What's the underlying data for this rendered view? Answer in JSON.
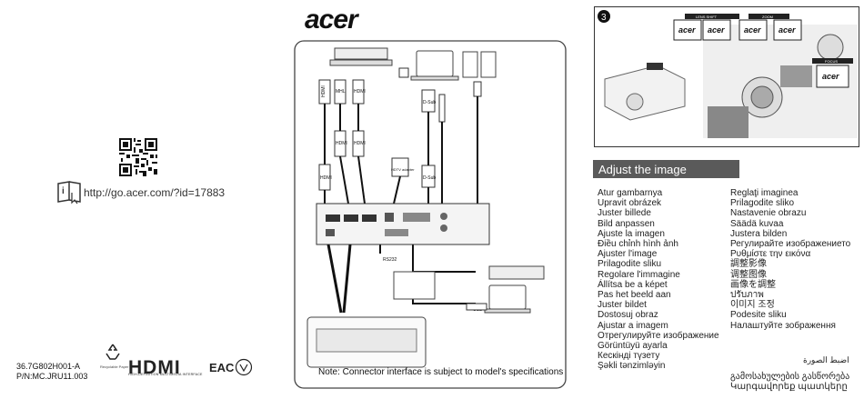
{
  "left": {
    "url": "http://go.acer.com/?id=17883",
    "part_number": "36.7G802H001-A",
    "model_pn": "P/N:MC.JRU11.003",
    "hdmi_logo": "HDMI",
    "hdmi_subtitle": "HIGH-DEFINITION MULTIMEDIA INTERFACE",
    "eac_mark": "EAC",
    "recycle_caption": "Recyclable Paper"
  },
  "brand": "acer",
  "diagram": {
    "labels": {
      "hdmi_1": "HDMI",
      "hdmi_2": "HDMI",
      "hdmi_3": "HDMI",
      "mhl": "MHL",
      "hdmi_4": "HDMI",
      "hdmi_5": "HDMI",
      "dsub_1": "D-Sub",
      "dsub_2": "D-Sub",
      "hdtv": "HDTV adapter",
      "rs232": "RS232",
      "usb": "USB"
    },
    "note": "Note: Connector interface is subject to model's specifications"
  },
  "step": {
    "number": "3",
    "labels": {
      "lens_shift": "LENS SHIFT",
      "zoom": "ZOOM",
      "focus": "FOCUS",
      "acer_1": "acer",
      "acer_2": "acer",
      "acer_3": "acer",
      "acer_4": "acer",
      "acer_5": "acer"
    }
  },
  "adjust": {
    "title": "Adjust the image",
    "col1": [
      "Atur gambarnya",
      "Upravit obrázek",
      "Juster billede",
      "Bild anpassen",
      "Ajuste la imagen",
      "Điều chỉnh hình ảnh",
      "Ajuster l'image",
      "Prilagodite sliku",
      "Regolare l'immagine",
      "Állítsa be a képet",
      "Pas het beeld aan",
      "Juster bildet",
      "Dostosuj obraz",
      "Ajustar a imagem",
      "Отрегулируйте изображение",
      "Görüntüyü ayarla",
      "Кескінді түзету",
      "Şəkli tənzimləyin"
    ],
    "col2": [
      "Reglaţi imaginea",
      "Prilagodite sliko",
      "Nastavenie obrazu",
      "Säädä kuvaa",
      "Justera bilden",
      "Регулирайте изображението",
      "Ρυθμίστε την εικόνα",
      "調整影像",
      "调整图像",
      "画像を調整",
      "ปรับภาพ",
      "이미지 조정",
      "Podesite sliku",
      "Налаштуйте зображення"
    ],
    "arabic": "اضبط الصورة",
    "georgian": [
      "გამოსახულების გასწორება",
      "Կարգավորեք պատկերը"
    ]
  }
}
